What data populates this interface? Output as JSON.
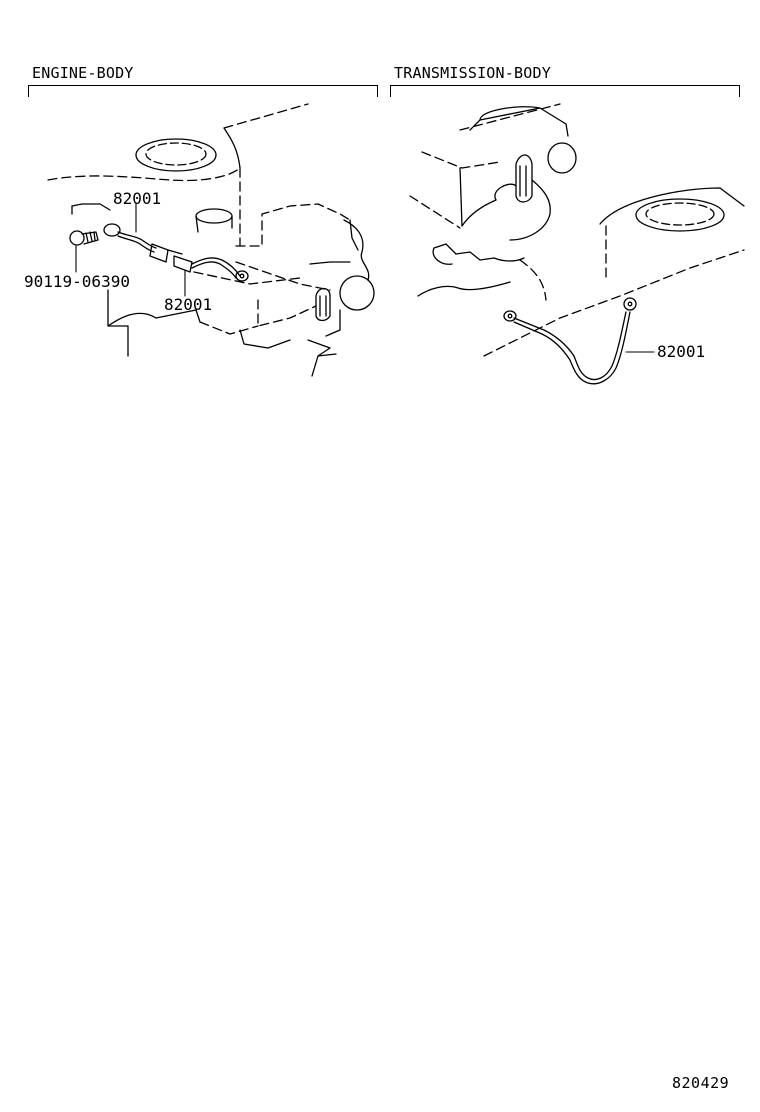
{
  "sections": {
    "left": {
      "title": "ENGINE-BODY",
      "labels": {
        "strap_upper": "82001",
        "bolt": "90119-06390",
        "strap_lower": "82001"
      }
    },
    "right": {
      "title": "TRANSMISSION-BODY",
      "labels": {
        "strap": "82001"
      }
    }
  },
  "footer": {
    "figure_id": "820429"
  }
}
